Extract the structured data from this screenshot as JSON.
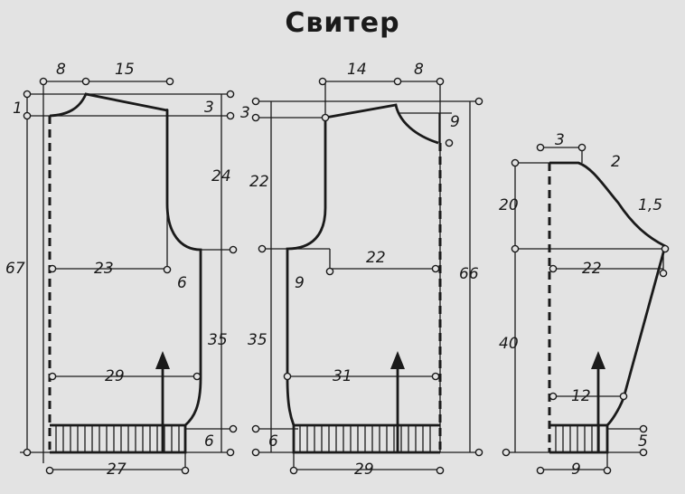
{
  "title": "Свитер",
  "back": {
    "top_left": "8",
    "top_mid": "15",
    "neck_left": "1",
    "shoulder_drop": "3",
    "armhole": "24",
    "height": "67",
    "bust": "23",
    "armhole_depth": "6",
    "side": "35",
    "waist": "29",
    "rib": "6",
    "hem": "27"
  },
  "front": {
    "top_mid": "14",
    "top_right": "8",
    "shoulder": "3",
    "neck": "9",
    "armhole": "22",
    "height": "66",
    "armhole_depth": "9",
    "bust": "22",
    "side": "35",
    "waist": "31",
    "rib": "6",
    "hem": "29"
  },
  "sleeve": {
    "top": "3",
    "cap_a": "2",
    "cap_b": "1,5",
    "cap_height": "20",
    "width": "22",
    "length": "40",
    "lower": "12",
    "rib": "5",
    "cuff": "9"
  }
}
